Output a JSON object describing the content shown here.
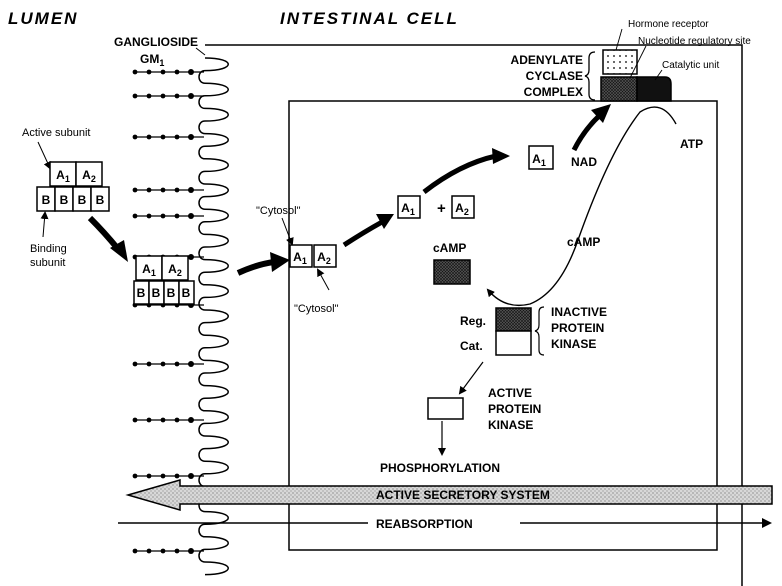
{
  "headers": {
    "lumen": "LUMEN",
    "cell": "INTESTINAL CELL"
  },
  "ganglioside": {
    "line1": "GANGLIOSIDE",
    "line2": "GM",
    "sub": "1"
  },
  "toxin": {
    "active_subunit": "Active subunit",
    "binding_line1": "Binding",
    "binding_line2": "subunit",
    "a1": "A",
    "a1_sub": "1",
    "a2": "A",
    "a2_sub": "2",
    "b": "B"
  },
  "adenylate": {
    "line1": "ADENYLATE",
    "line2": "CYCLASE",
    "line3": "COMPLEX",
    "hormone_receptor": "Hormone receptor",
    "nucleotide_site": "Nucleotide regulatory site",
    "catalytic_unit": "Catalytic unit"
  },
  "cytosol_upper": "\"Cytosol\"",
  "cytosol_lower": "\"Cytosol\"",
  "plus": "+",
  "nad": "NAD",
  "atp": "ATP",
  "camp_curve": "cAMP",
  "camp_box": "cAMP",
  "inactive_pk": {
    "line1": "INACTIVE",
    "line2": "PROTEIN",
    "line3": "KINASE",
    "reg": "Reg.",
    "cat": "Cat."
  },
  "active_pk": {
    "line1": "ACTIVE",
    "line2": "PROTEIN",
    "line3": "KINASE"
  },
  "phosphorylation": "PHOSPHORYLATION",
  "secretory": "ACTIVE SECRETORY SYSTEM",
  "reabsorption": "REABSORPTION"
}
